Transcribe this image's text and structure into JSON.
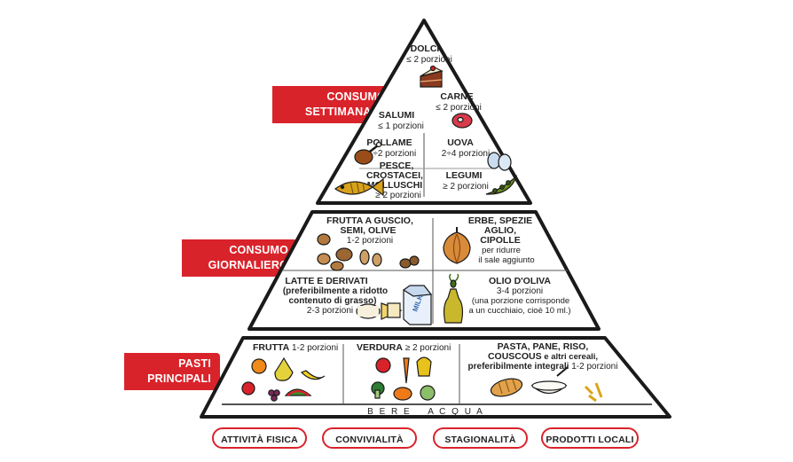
{
  "sections": [
    {
      "label_line1": "CONSUMO",
      "label_line2": "SETTIMANALE"
    },
    {
      "label_line1": "CONSUMO",
      "label_line2": "GIORNALIERO"
    },
    {
      "label_line1": "PASTI",
      "label_line2": "PRINCIPALI"
    }
  ],
  "weekly": {
    "dolci": {
      "name": "DOLCI",
      "portion": "≤ 2 porzioni"
    },
    "carne": {
      "name": "CARNE",
      "portion": "≤ 2 porzioni"
    },
    "salumi": {
      "name": "SALUMI",
      "portion": "≤ 1 porzioni"
    },
    "pollame": {
      "name": "POLLAME",
      "portion": "1÷2 porzioni"
    },
    "uova": {
      "name": "UOVA",
      "portion": "2÷4 porzioni"
    },
    "pesce": {
      "line1": "PESCE,",
      "line2": "CROSTACEI,",
      "line3": "MOLLUSCHI",
      "portion": "≥ 2 porzioni"
    },
    "legumi": {
      "name": "LEGUMI",
      "portion": "≥ 2 porzioni"
    }
  },
  "daily": {
    "frutta_guscio": {
      "line1": "FRUTTA A GUSCIO,",
      "line2": "SEMI, OLIVE",
      "portion": "1-2 porzioni"
    },
    "erbe": {
      "line1": "ERBE, SPEZIE",
      "line2": "AGLIO,",
      "line3": "CIPOLLE",
      "note1": "per ridurre",
      "note2": "il sale aggiunto"
    },
    "latte": {
      "line1": "LATTE E DERIVATI",
      "line2": "(preferibilmente a ridotto",
      "line3": "contenuto di grasso)",
      "portion": "2-3 porzioni"
    },
    "olio": {
      "line1": "OLIO D'OLIVA",
      "portion": "3-4 porzioni",
      "note1": "(una porzione corrisponde",
      "note2": "a un cucchiaio, cioè 10 ml.)"
    },
    "milk_label": "MILK"
  },
  "meals": {
    "frutta": {
      "name": "FRUTTA",
      "portion": "1-2 porzioni"
    },
    "verdura": {
      "name": "VERDURA",
      "portion": "≥ 2 porzioni"
    },
    "cereali": {
      "line1": "PASTA, PANE, RISO,",
      "line2a": "COUSCOUS",
      "line2b": " e altri cereali,",
      "line3a": "preferibilmente integrali",
      "line3b": " 1-2 porzioni"
    }
  },
  "water": "B E R E    A C Q U A",
  "footer": [
    "ATTIVITÀ FISICA",
    "CONVIVIALITÀ",
    "STAGIONALITÀ",
    "PRODOTTI LOCALI"
  ],
  "colors": {
    "accent": "#d9232b",
    "outline": "#1a1a1a"
  }
}
